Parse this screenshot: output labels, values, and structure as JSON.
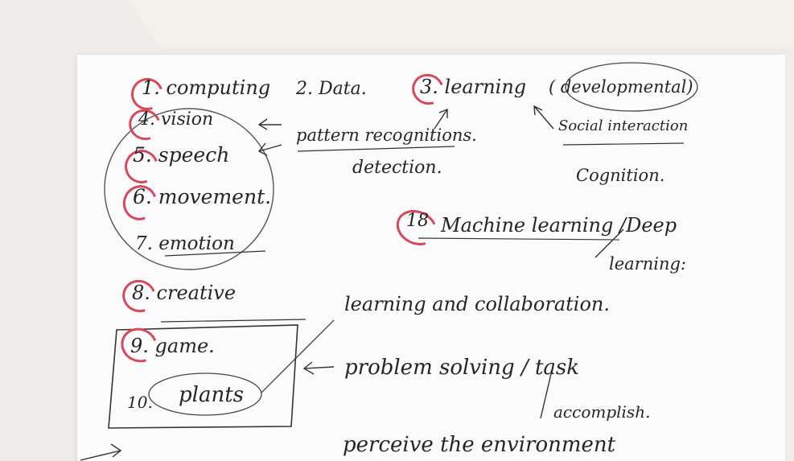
{
  "notes": {
    "item1": "1. computing",
    "item2": "2. Data.",
    "item3": "3. learning",
    "item3_paren": "( developmental)",
    "item4": "4. vision",
    "item5": "5. speech",
    "item6": "6. movement.",
    "item7": "7. emotion",
    "item8": "8. creative",
    "item9": "9. game.",
    "item10_num": "10.",
    "item10_text": "plants",
    "pattern": "pattern recognitions.",
    "detection": "detection.",
    "social": "Social interaction",
    "cognition": "Cognition.",
    "item18_num": "18",
    "machine": "Machine learning /Deep",
    "learning_cont": "learning:",
    "collab": "learning and collaboration.",
    "problem": "problem solving / task",
    "accomplish": "accomplish.",
    "perceive": "perceive the environment"
  },
  "colors": {
    "ink": "#262626",
    "red_marker": "#d9475b",
    "paper": "#fbfbfb"
  }
}
